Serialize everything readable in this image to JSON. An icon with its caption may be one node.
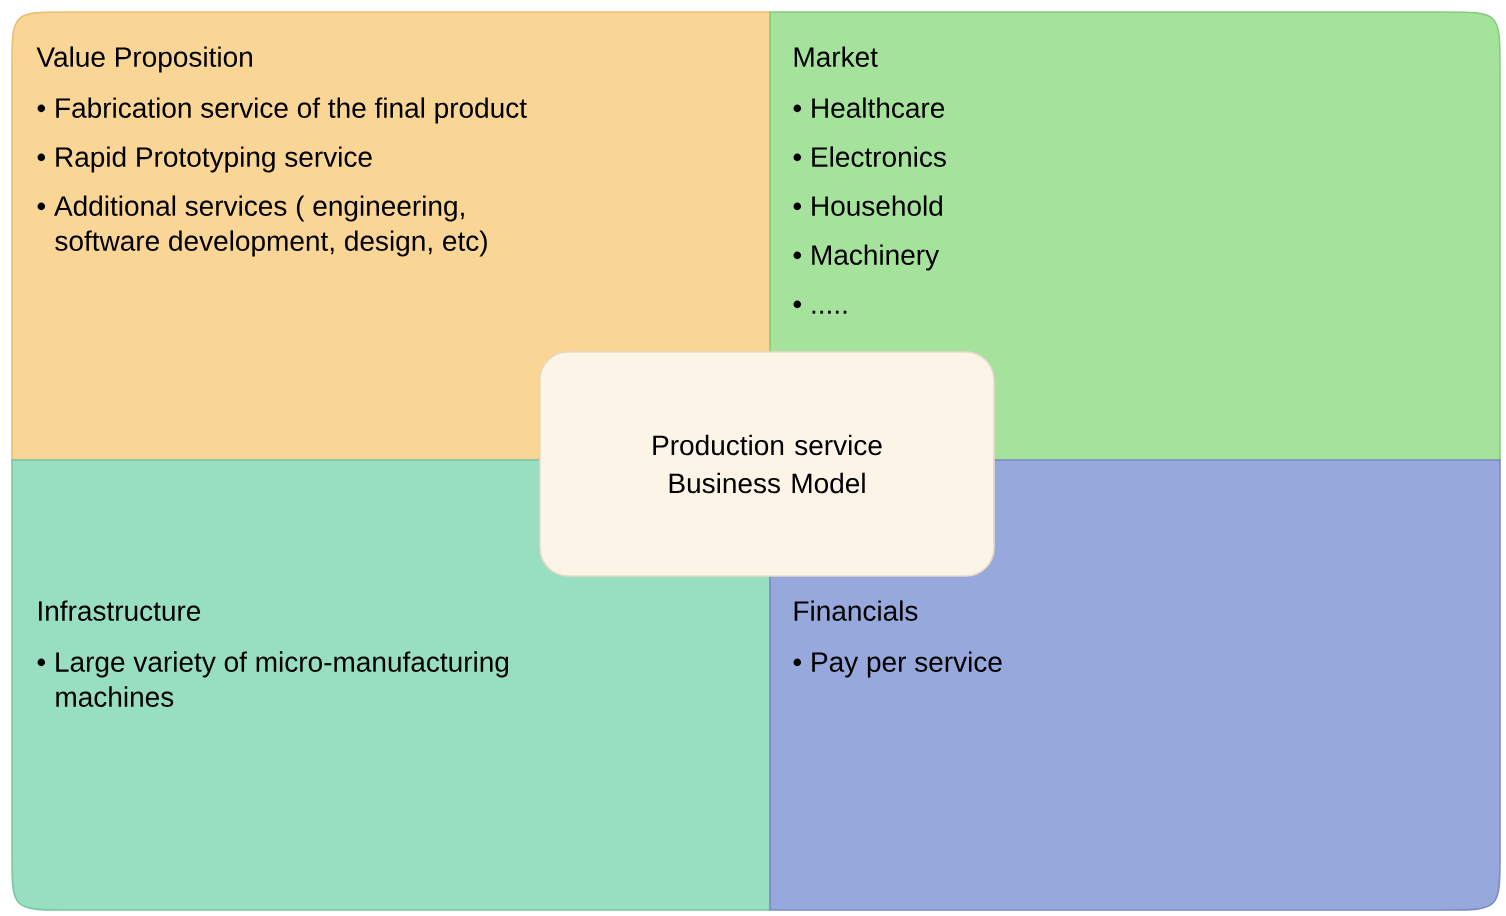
{
  "diagram": {
    "nodes": [
      {
        "text": [
          "Value Proposition",
          "• Fabrication service of the final product",
          "• Rapid Prototyping service",
          "• Additional services ( engineering, software development, design, etc)"
        ]
      },
      {
        "text": [
          "Market",
          "• Healthcare",
          "• Electronics",
          "• Household",
          "• Machinery",
          "• ....."
        ]
      },
      {
        "text": [
          "Production service Business Model"
        ]
      },
      {
        "text": [
          "Infrastructure",
          "• Large variety of micro-manufacturing machines"
        ]
      },
      {
        "text": [
          "Financials",
          "• Pay per service"
        ]
      }
    ]
  }
}
